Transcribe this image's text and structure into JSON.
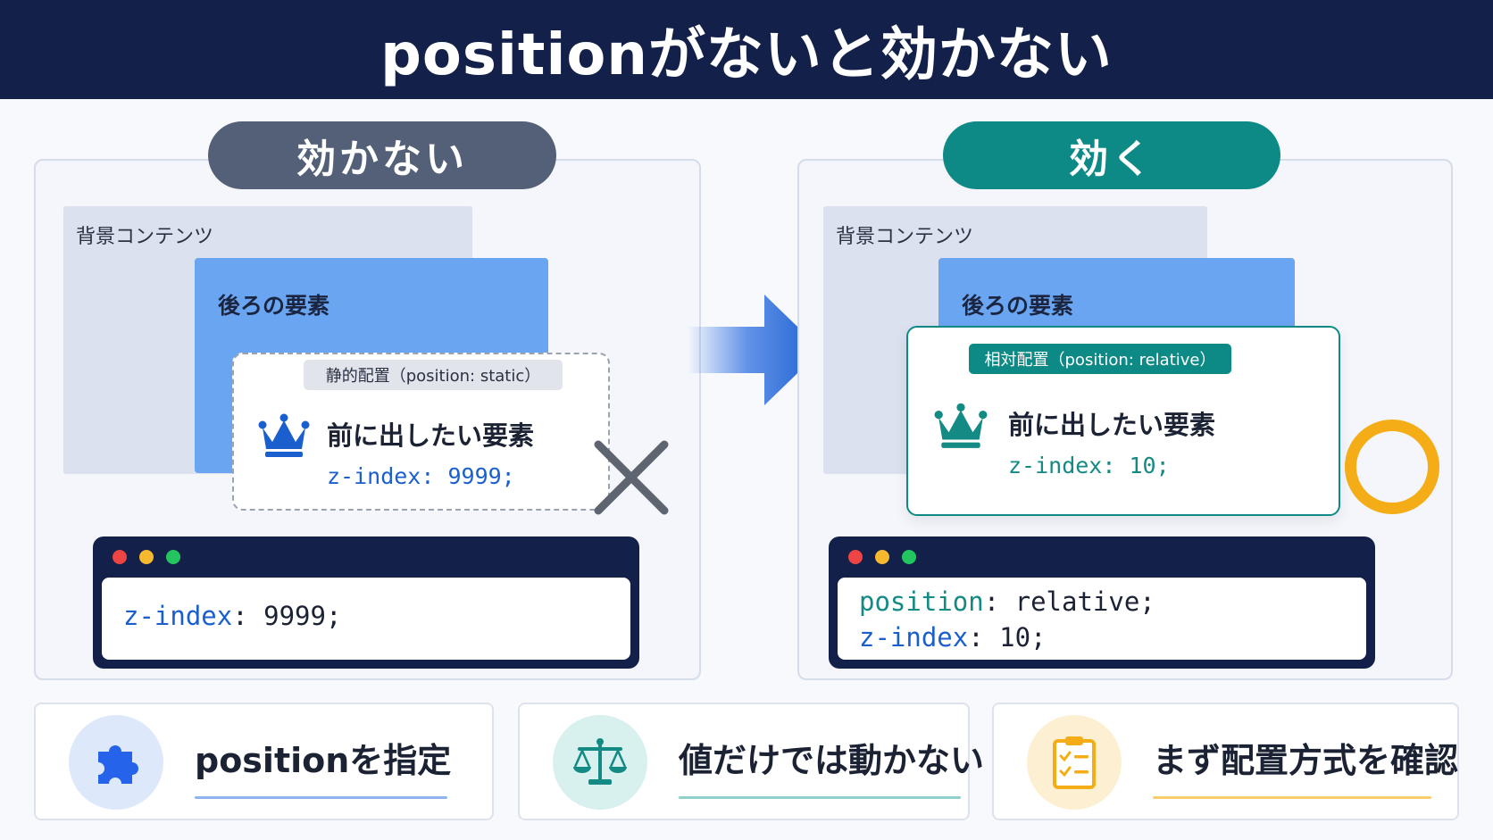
{
  "header": {
    "title": "positionがないと効かない"
  },
  "left": {
    "pill": "効かない",
    "background_label": "背景コンテンツ",
    "back_label": "後ろの要素",
    "tag": "静的配置（position: static）",
    "front_title": "前に出したい要素",
    "front_code": "z-index: 9999;",
    "code": {
      "prop": "z-index",
      "value": ": 9999;"
    },
    "result_icon": "x-mark-icon"
  },
  "right": {
    "pill": "効く",
    "background_label": "背景コンテンツ",
    "back_label": "後ろの要素",
    "tag": "相対配置（position: relative）",
    "front_title": "前に出したい要素",
    "front_code": "z-index: 10;",
    "code": {
      "line1_prop": "position",
      "line1_value": ": relative;",
      "line2_prop": "z-index",
      "line2_value": ": 10;"
    },
    "result_icon": "circle-mark-icon"
  },
  "cards": [
    {
      "text": "positionを指定",
      "icon": "puzzle-icon",
      "color": "#2563eb",
      "bg": "#dde9fb"
    },
    {
      "text": "値だけでは動かない",
      "icon": "scale-icon",
      "color": "#148a84",
      "bg": "#d8f0ee"
    },
    {
      "text": "まず配置方式を確認",
      "icon": "checklist-icon",
      "color": "#f4ad16",
      "bg": "#fdf0d2"
    }
  ],
  "colors": {
    "navy": "#13204a",
    "teal": "#0e8a86",
    "blue": "#1b5fcf",
    "gold": "#f4ad16",
    "slate": "#536077"
  }
}
